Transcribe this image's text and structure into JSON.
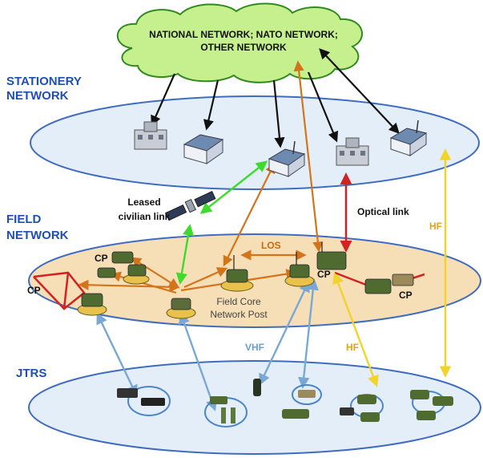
{
  "cloud": {
    "line1": "NATIONAL NETWORK; NATO NETWORK;",
    "line2": "OTHER NETWORK"
  },
  "layers": {
    "stationery": {
      "line1": "STATIONERY",
      "line2": "NETWORK"
    },
    "field": {
      "line1": "FIELD",
      "line2": "NETWORK"
    },
    "jtrs": {
      "label": "JTRS"
    }
  },
  "links": {
    "leased_line1": "Leased",
    "leased_line2": "civilian link",
    "optical": "Optical link",
    "hf_right": "HF",
    "hf_mid": "HF",
    "los": "LOS",
    "vhf": "VHF"
  },
  "field_core": {
    "line1": "Field Core",
    "line2": "Network Post"
  },
  "cp_labels": {
    "cp1": "CP",
    "cp2": "CP",
    "cp3": "CP",
    "cp4": "CP"
  },
  "colors": {
    "cloud_fill": "#c6f08e",
    "stationery_fill": "#e4eef8",
    "field_fill": "#f6dfb6",
    "jtrs_fill": "#e4eef8",
    "ellipse_stroke": "#3f6cc0",
    "black_link": "#111111",
    "orange_link": "#d3741b",
    "red_link": "#d42222",
    "green_link": "#3ddc2c",
    "yellow_link": "#f2d32a",
    "blue_link": "#7aa8d4"
  }
}
